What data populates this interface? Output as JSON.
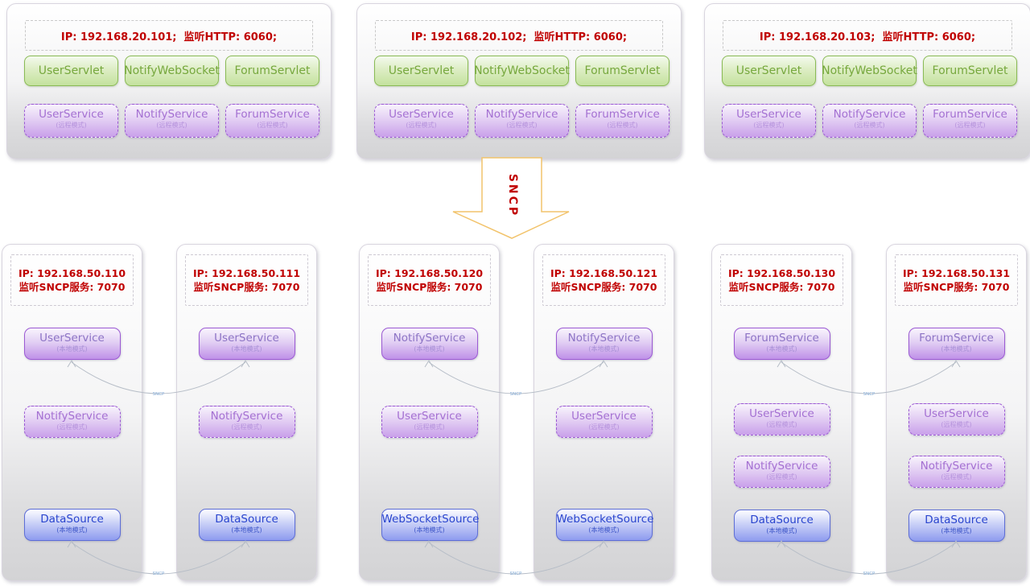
{
  "arrow": {
    "label": "SNCP"
  },
  "link_label": "SNCP",
  "colors": {
    "red_text": "#c00000",
    "green_border": "#8abb55",
    "purple_border": "#9c5ad4",
    "blue_border": "#5d6ed7",
    "arrow_stroke": "#f2c36b",
    "link_stroke": "#b6bdc7"
  },
  "top_servers": [
    {
      "ip": "IP: 192.168.20.101;  监听HTTP: 6060;",
      "servlets": [
        "UserServlet",
        "NotifyWebSocket",
        "ForumServlet"
      ],
      "services": [
        {
          "name": "UserService",
          "mode": "(远程模式)"
        },
        {
          "name": "NotifyService",
          "mode": "(远程模式)"
        },
        {
          "name": "ForumService",
          "mode": "(远程模式)"
        }
      ]
    },
    {
      "ip": "IP: 192.168.20.102;  监听HTTP: 6060;",
      "servlets": [
        "UserServlet",
        "NotifyWebSocket",
        "ForumServlet"
      ],
      "services": [
        {
          "name": "UserService",
          "mode": "(远程模式)"
        },
        {
          "name": "NotifyService",
          "mode": "(远程模式)"
        },
        {
          "name": "ForumService",
          "mode": "(远程模式)"
        }
      ]
    },
    {
      "ip": "IP: 192.168.20.103;  监听HTTP: 6060;",
      "servlets": [
        "UserServlet",
        "NotifyWebSocket",
        "ForumServlet"
      ],
      "services": [
        {
          "name": "UserService",
          "mode": "(远程模式)"
        },
        {
          "name": "NotifyService",
          "mode": "(远程模式)"
        },
        {
          "name": "ForumService",
          "mode": "(远程模式)"
        }
      ]
    }
  ],
  "bottom_servers": [
    {
      "ip1": "IP: 192.168.50.110",
      "ip2": "监听SNCP服务: 7070",
      "services": [
        {
          "name": "UserService",
          "mode": "(本地模式)"
        },
        {
          "name": "NotifyService",
          "mode": "(远程模式)"
        },
        {
          "name": "DataSource",
          "mode": "(本地模式)"
        }
      ]
    },
    {
      "ip1": "IP: 192.168.50.111",
      "ip2": "监听SNCP服务: 7070",
      "services": [
        {
          "name": "UserService",
          "mode": "(本地模式)"
        },
        {
          "name": "NotifyService",
          "mode": "(远程模式)"
        },
        {
          "name": "DataSource",
          "mode": "(本地模式)"
        }
      ]
    },
    {
      "ip1": "IP: 192.168.50.120",
      "ip2": "监听SNCP服务: 7070",
      "services": [
        {
          "name": "NotifyService",
          "mode": "(本地模式)"
        },
        {
          "name": "UserService",
          "mode": "(远程模式)"
        },
        {
          "name": "WebSocketSource",
          "mode": "(本地模式)"
        }
      ]
    },
    {
      "ip1": "IP: 192.168.50.121",
      "ip2": "监听SNCP服务: 7070",
      "services": [
        {
          "name": "NotifyService",
          "mode": "(本地模式)"
        },
        {
          "name": "UserService",
          "mode": "(远程模式)"
        },
        {
          "name": "WebSocketSource",
          "mode": "(本地模式)"
        }
      ]
    },
    {
      "ip1": "IP: 192.168.50.130",
      "ip2": "监听SNCP服务: 7070",
      "services": [
        {
          "name": "ForumService",
          "mode": "(本地模式)"
        },
        {
          "name": "UserService",
          "mode": "(远程模式)"
        },
        {
          "name": "NotifyService",
          "mode": "(远程模式)"
        },
        {
          "name": "DataSource",
          "mode": "(本地模式)"
        }
      ]
    },
    {
      "ip1": "IP: 192.168.50.131",
      "ip2": "监听SNCP服务: 7070",
      "services": [
        {
          "name": "ForumService",
          "mode": "(本地模式)"
        },
        {
          "name": "UserService",
          "mode": "(远程模式)"
        },
        {
          "name": "NotifyService",
          "mode": "(远程模式)"
        },
        {
          "name": "DataSource",
          "mode": "(本地模式)"
        }
      ]
    }
  ]
}
